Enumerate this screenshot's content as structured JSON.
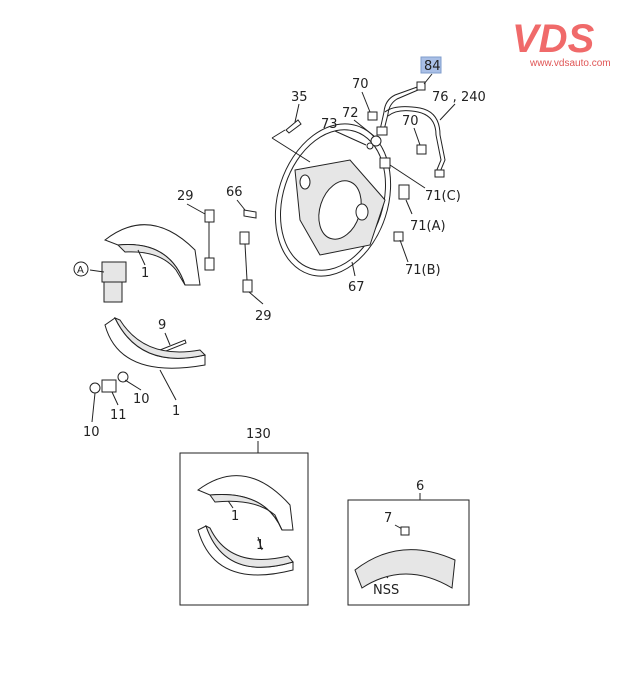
{
  "logo": {
    "brand": "VDS",
    "url": "www.vdsauto.com",
    "color": "#f06a6a"
  },
  "highlight": {
    "label": "84",
    "color": "#a9bfe6"
  },
  "callouts": {
    "c70a": "70",
    "c76": "76 , 240",
    "c35": "35",
    "c72": "72",
    "c73": "73",
    "c70b": "70",
    "c71c": "71(C)",
    "c29a": "29",
    "c66": "66",
    "c71a": "71(A)",
    "c71b": "71(B)",
    "c67": "67",
    "cA": "A",
    "c1a": "1",
    "c9": "9",
    "c29b": "29",
    "c10a": "10",
    "c11": "11",
    "c1b": "1",
    "c10b": "10",
    "c130": "130",
    "c6": "6",
    "c7": "7",
    "c1c": "1",
    "c1d": "1",
    "cNSS": "NSS"
  }
}
